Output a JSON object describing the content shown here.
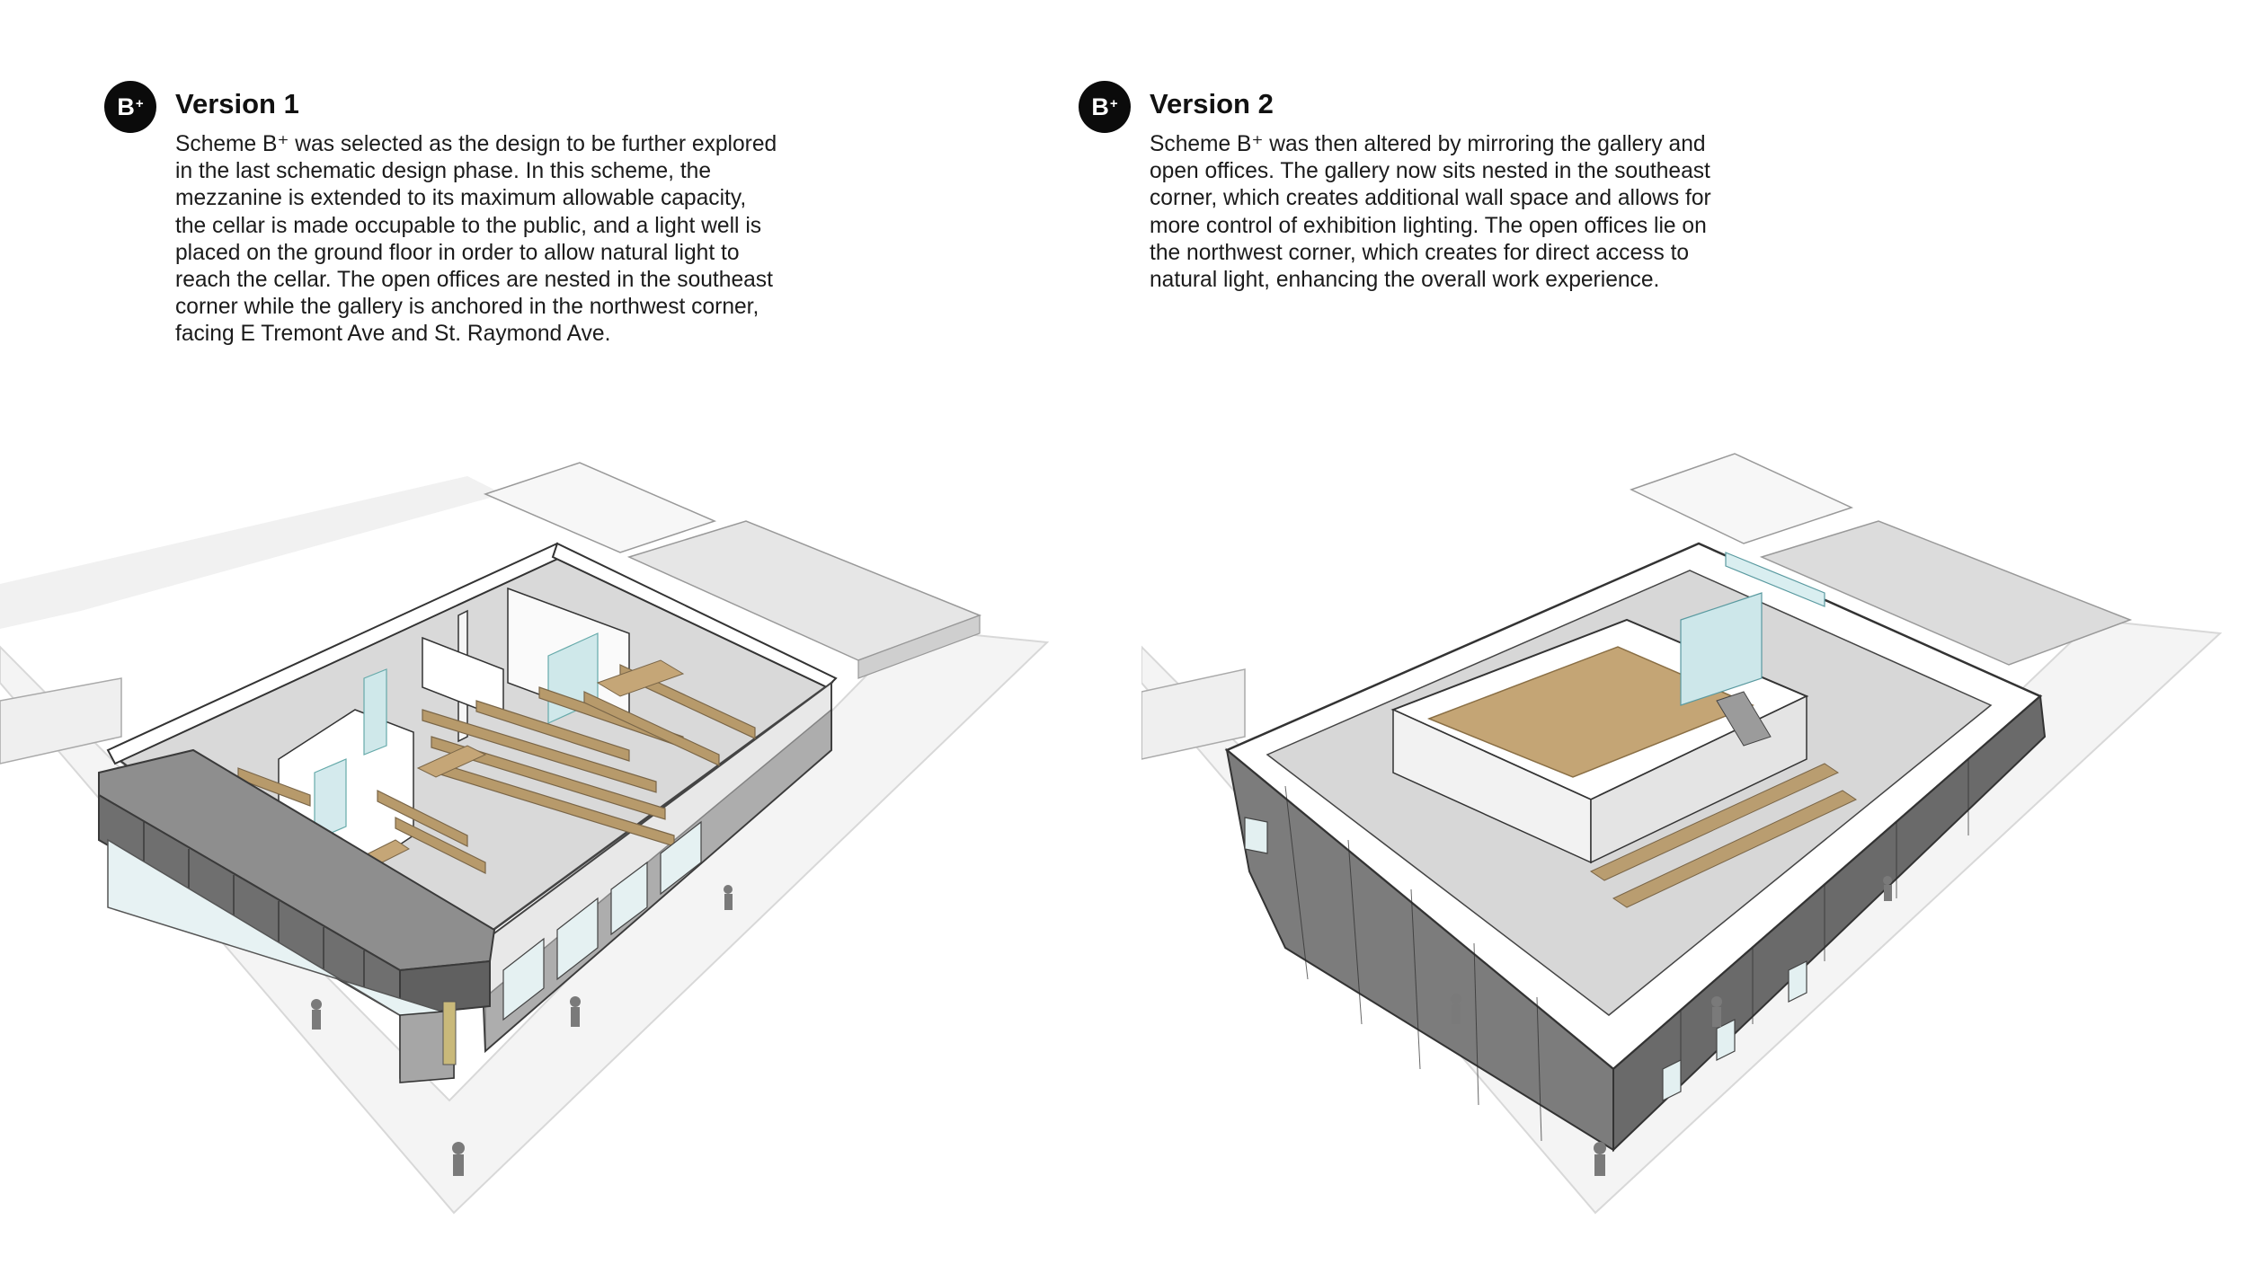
{
  "versions": [
    {
      "badge": {
        "letter": "B",
        "sup": "+"
      },
      "title": "Version 1",
      "lines": [
        "Scheme B⁺ was selected as the design to be further explored",
        "in the last schematic design phase. In this scheme, the",
        "mezzanine is extended to its maximum allowable capacity,",
        "the cellar is made occupable to the public, and a light well is",
        "placed on the ground floor in order to allow natural light to",
        "reach the cellar. The open offices are nested in the southeast",
        "corner while the gallery is anchored in the northwest corner,",
        "facing E Tremont Ave and St. Raymond Ave."
      ]
    },
    {
      "badge": {
        "letter": "B",
        "sup": "+"
      },
      "title": "Version 2",
      "lines": [
        "Scheme B⁺ was then altered by mirroring the gallery and",
        "open offices. The gallery now sits nested in the southeast",
        "corner, which creates additional wall space and allows for",
        "more control of exhibition lighting. The open offices lie on",
        "the northwest corner, which creates for direct access to",
        "natural light, enhancing the overall work experience."
      ]
    }
  ]
}
